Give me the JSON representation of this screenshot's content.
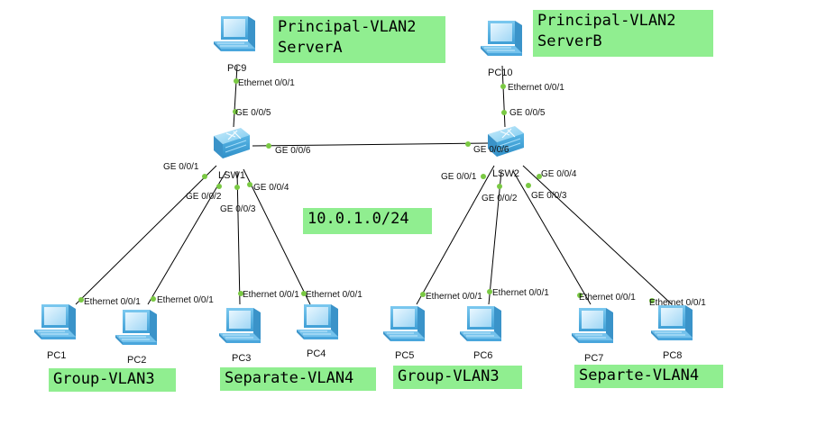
{
  "colors": {
    "link": "#000000",
    "port_dot": "#7ac943",
    "tag_bg": "#90ee90",
    "pc_body": "#4fb3e8",
    "switch_body": "#68c1ec"
  },
  "icons": {
    "pc": "desktop-pc-icon",
    "switch": "layer3-switch-icon"
  },
  "devices": {
    "PC9": "PC9",
    "PC10": "PC10",
    "LSW1": "LSW1",
    "LSW2": "LSW2",
    "PC1": "PC1",
    "PC2": "PC2",
    "PC3": "PC3",
    "PC4": "PC4",
    "PC5": "PC5",
    "PC6": "PC6",
    "PC7": "PC7",
    "PC8": "PC8"
  },
  "ports": {
    "pc9_eth": "Ethernet 0/0/1",
    "lsw1_ge5": "GE 0/0/5",
    "lsw1_ge6": "GE 0/0/6",
    "lsw1_ge1": "GE 0/0/1",
    "lsw1_ge2": "GE 0/0/2",
    "lsw1_ge3": "GE 0/0/3",
    "lsw1_ge4": "GE 0/0/4",
    "pc10_eth": "Ethernet 0/0/1",
    "lsw2_ge5": "GE 0/0/5",
    "lsw2_ge6": "GE 0/0/6",
    "lsw2_ge1": "GE 0/0/1",
    "lsw2_ge2": "GE 0/0/2",
    "lsw2_ge3": "GE 0/0/3",
    "lsw2_ge4": "GE 0/0/4",
    "pc1_eth": "Ethernet 0/0/1",
    "pc2_eth": "Ethernet 0/0/1",
    "pc3_eth": "Ethernet 0/0/1",
    "pc4_eth": "Ethernet 0/0/1",
    "pc5_eth": "Ethernet 0/0/1",
    "pc6_eth": "Ethernet 0/0/1",
    "pc7_eth": "Ethernet 0/0/1",
    "pc8_eth": "Ethernet 0/0/1"
  },
  "tags": {
    "serverA": "Principal-VLAN2\nServerA",
    "serverB": "Principal-VLAN2\nServerB",
    "subnet": "10.0.1.0/24",
    "group_left": "Group-VLAN3",
    "separate_left": "Separate-VLAN4",
    "group_right": "Group-VLAN3",
    "separate_right": "Separte-VLAN4"
  }
}
